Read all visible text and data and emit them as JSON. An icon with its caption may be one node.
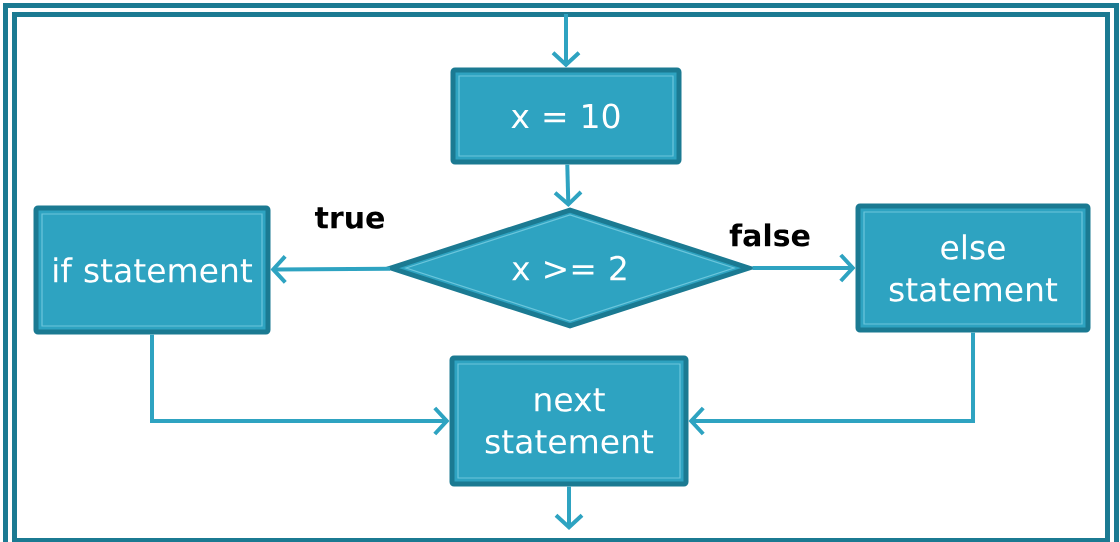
{
  "diagram": {
    "nodes": [
      {
        "text": [
          "x = 10"
        ]
      },
      {
        "text": [
          "x >= 2"
        ]
      },
      {
        "text": [
          "if statement"
        ]
      },
      {
        "text": [
          "else statement"
        ]
      },
      {
        "text": [
          "next statement"
        ]
      }
    ],
    "edges": [
      {
        "from": null,
        "to": 0,
        "arrow": "to"
      },
      {
        "from": 0,
        "to": 1,
        "arrow": "to"
      },
      {
        "from": 1,
        "to": 2,
        "arrow": "to",
        "label": "true"
      },
      {
        "from": 1,
        "to": 3,
        "arrow": "to",
        "label": "false"
      },
      {
        "from": 2,
        "to": 4,
        "arrow": "to"
      },
      {
        "from": 3,
        "to": 4,
        "arrow": "to"
      },
      {
        "from": 4,
        "to": null,
        "arrow": "to"
      }
    ]
  }
}
